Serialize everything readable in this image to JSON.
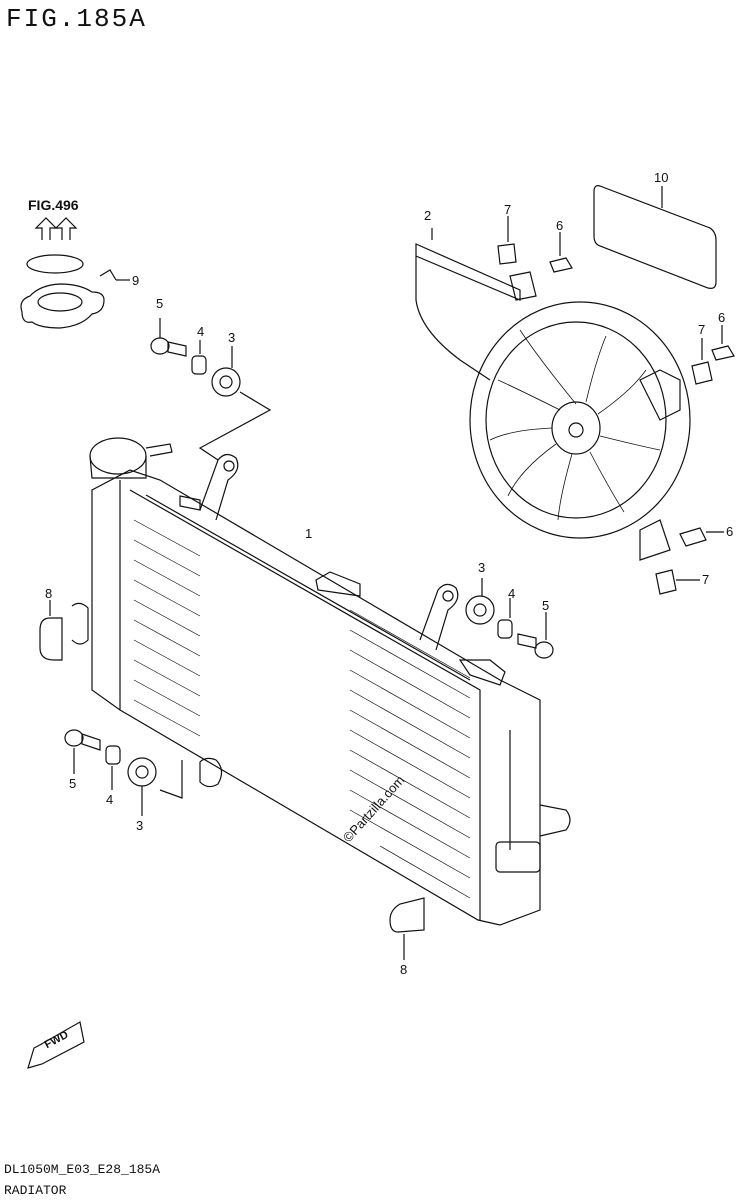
{
  "figure_title": "FIG.185A",
  "reference": "FIG.496",
  "callouts": [
    {
      "id": "c1",
      "label": "1"
    },
    {
      "id": "c2",
      "label": "2"
    },
    {
      "id": "c3a",
      "label": "3"
    },
    {
      "id": "c3b",
      "label": "3"
    },
    {
      "id": "c3c",
      "label": "3"
    },
    {
      "id": "c4a",
      "label": "4"
    },
    {
      "id": "c4b",
      "label": "4"
    },
    {
      "id": "c4c",
      "label": "4"
    },
    {
      "id": "c5a",
      "label": "5"
    },
    {
      "id": "c5b",
      "label": "5"
    },
    {
      "id": "c5c",
      "label": "5"
    },
    {
      "id": "c6a",
      "label": "6"
    },
    {
      "id": "c6b",
      "label": "6"
    },
    {
      "id": "c6c",
      "label": "6"
    },
    {
      "id": "c7a",
      "label": "7"
    },
    {
      "id": "c7b",
      "label": "7"
    },
    {
      "id": "c7c",
      "label": "7"
    },
    {
      "id": "c8a",
      "label": "8"
    },
    {
      "id": "c8b",
      "label": "8"
    },
    {
      "id": "c9",
      "label": "9"
    },
    {
      "id": "c10",
      "label": "10"
    }
  ],
  "watermark": "©Partzilla.com",
  "fwd_label": "FWD",
  "footer": {
    "code": "DL1050M_E03_E28_185A",
    "name": "RADIATOR"
  }
}
